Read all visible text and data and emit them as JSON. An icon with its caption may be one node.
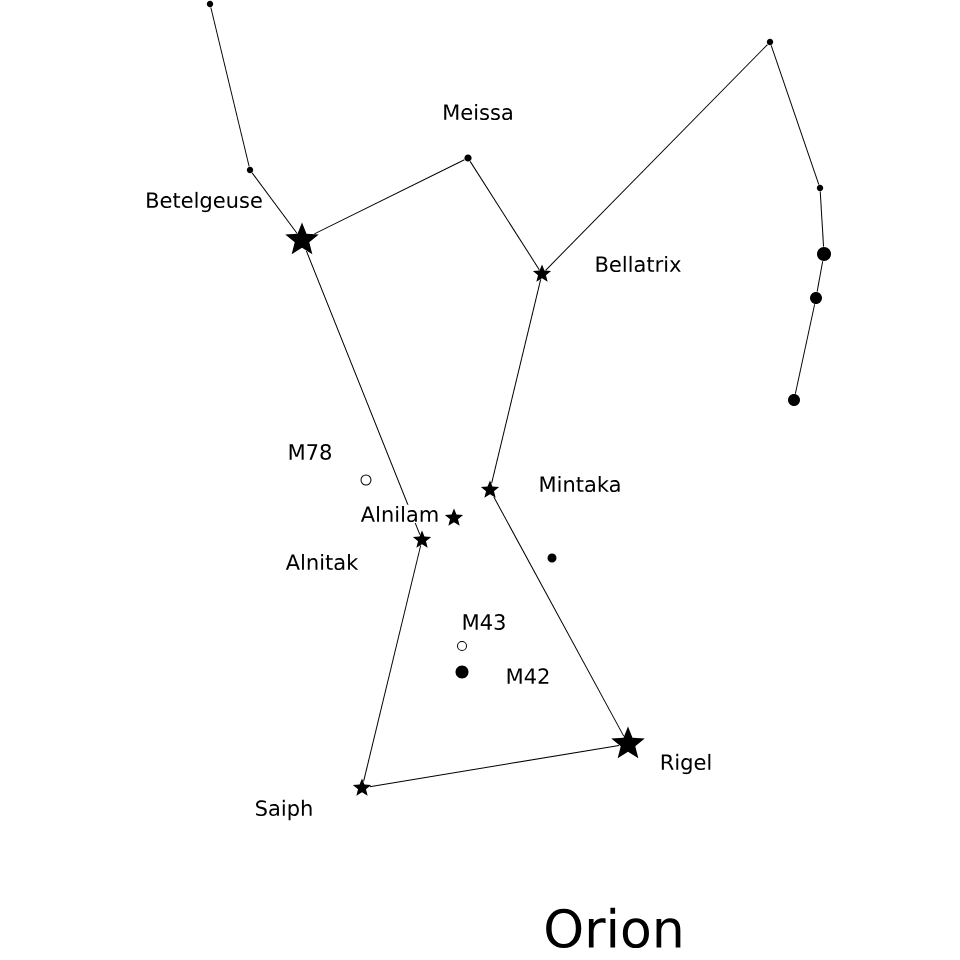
{
  "diagram": {
    "title": "Orion",
    "nodes": [
      {
        "text": [],
        "shape": "dot"
      },
      {
        "text": [],
        "shape": "dot"
      },
      {
        "text": [],
        "shape": "star",
        "beside": [
          "Betelgeuse"
        ]
      },
      {
        "text": [],
        "shape": "dot",
        "beside": [
          "Meissa"
        ]
      },
      {
        "text": [],
        "shape": "star",
        "beside": [
          "Bellatrix"
        ]
      },
      {
        "text": [],
        "shape": "dot"
      },
      {
        "text": [],
        "shape": "dot"
      },
      {
        "text": [],
        "shape": "dot"
      },
      {
        "text": [],
        "shape": "dot"
      },
      {
        "text": [],
        "shape": "dot"
      },
      {
        "text": [],
        "shape": "circle",
        "beside": [
          "M78"
        ]
      },
      {
        "text": [],
        "shape": "star",
        "beside": [
          "Mintaka"
        ]
      },
      {
        "text": [],
        "shape": "star",
        "beside": [
          "Alnilam"
        ]
      },
      {
        "text": [],
        "shape": "star",
        "beside": [
          "Alnitak"
        ]
      },
      {
        "text": [],
        "shape": "dot"
      },
      {
        "text": [],
        "shape": "circle",
        "beside": [
          "M43"
        ]
      },
      {
        "text": [],
        "shape": "dot",
        "beside": [
          "M42"
        ]
      },
      {
        "text": [],
        "shape": "star",
        "beside": [
          "Saiph"
        ]
      },
      {
        "text": [],
        "shape": "star",
        "beside": [
          "Rigel"
        ]
      }
    ],
    "edges": [
      {
        "from": 0,
        "to": 1,
        "arrow": "none"
      },
      {
        "from": 1,
        "to": 2,
        "arrow": "none"
      },
      {
        "from": 2,
        "to": 3,
        "arrow": "none"
      },
      {
        "from": 3,
        "to": 4,
        "arrow": "none"
      },
      {
        "from": 4,
        "to": 5,
        "arrow": "none"
      },
      {
        "from": 5,
        "to": 6,
        "arrow": "none"
      },
      {
        "from": 6,
        "to": 7,
        "arrow": "none"
      },
      {
        "from": 7,
        "to": 8,
        "arrow": "none"
      },
      {
        "from": 8,
        "to": 9,
        "arrow": "none"
      },
      {
        "from": 2,
        "to": 13,
        "arrow": "none"
      },
      {
        "from": 13,
        "to": 17,
        "arrow": "none"
      },
      {
        "from": 17,
        "to": 18,
        "arrow": "none"
      },
      {
        "from": 18,
        "to": 11,
        "arrow": "none"
      },
      {
        "from": 11,
        "to": 4,
        "arrow": "none"
      }
    ]
  }
}
